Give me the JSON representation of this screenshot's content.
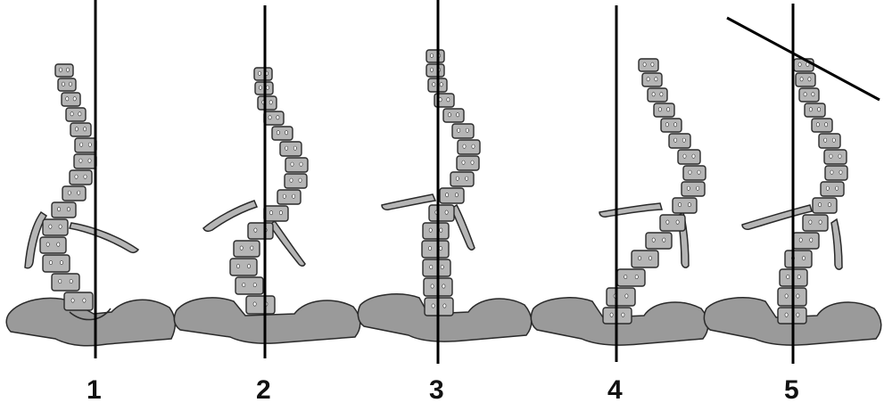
{
  "panels": [
    {
      "label": "1"
    },
    {
      "label": "2"
    },
    {
      "label": "3"
    },
    {
      "label": "4"
    },
    {
      "label": "5"
    }
  ],
  "colors": {
    "bone_fill": "#b5b5b5",
    "pelvis_fill": "#9a9a9a",
    "outline": "#2a2a2a",
    "plumb_line": "#000000",
    "background": "#ffffff"
  }
}
